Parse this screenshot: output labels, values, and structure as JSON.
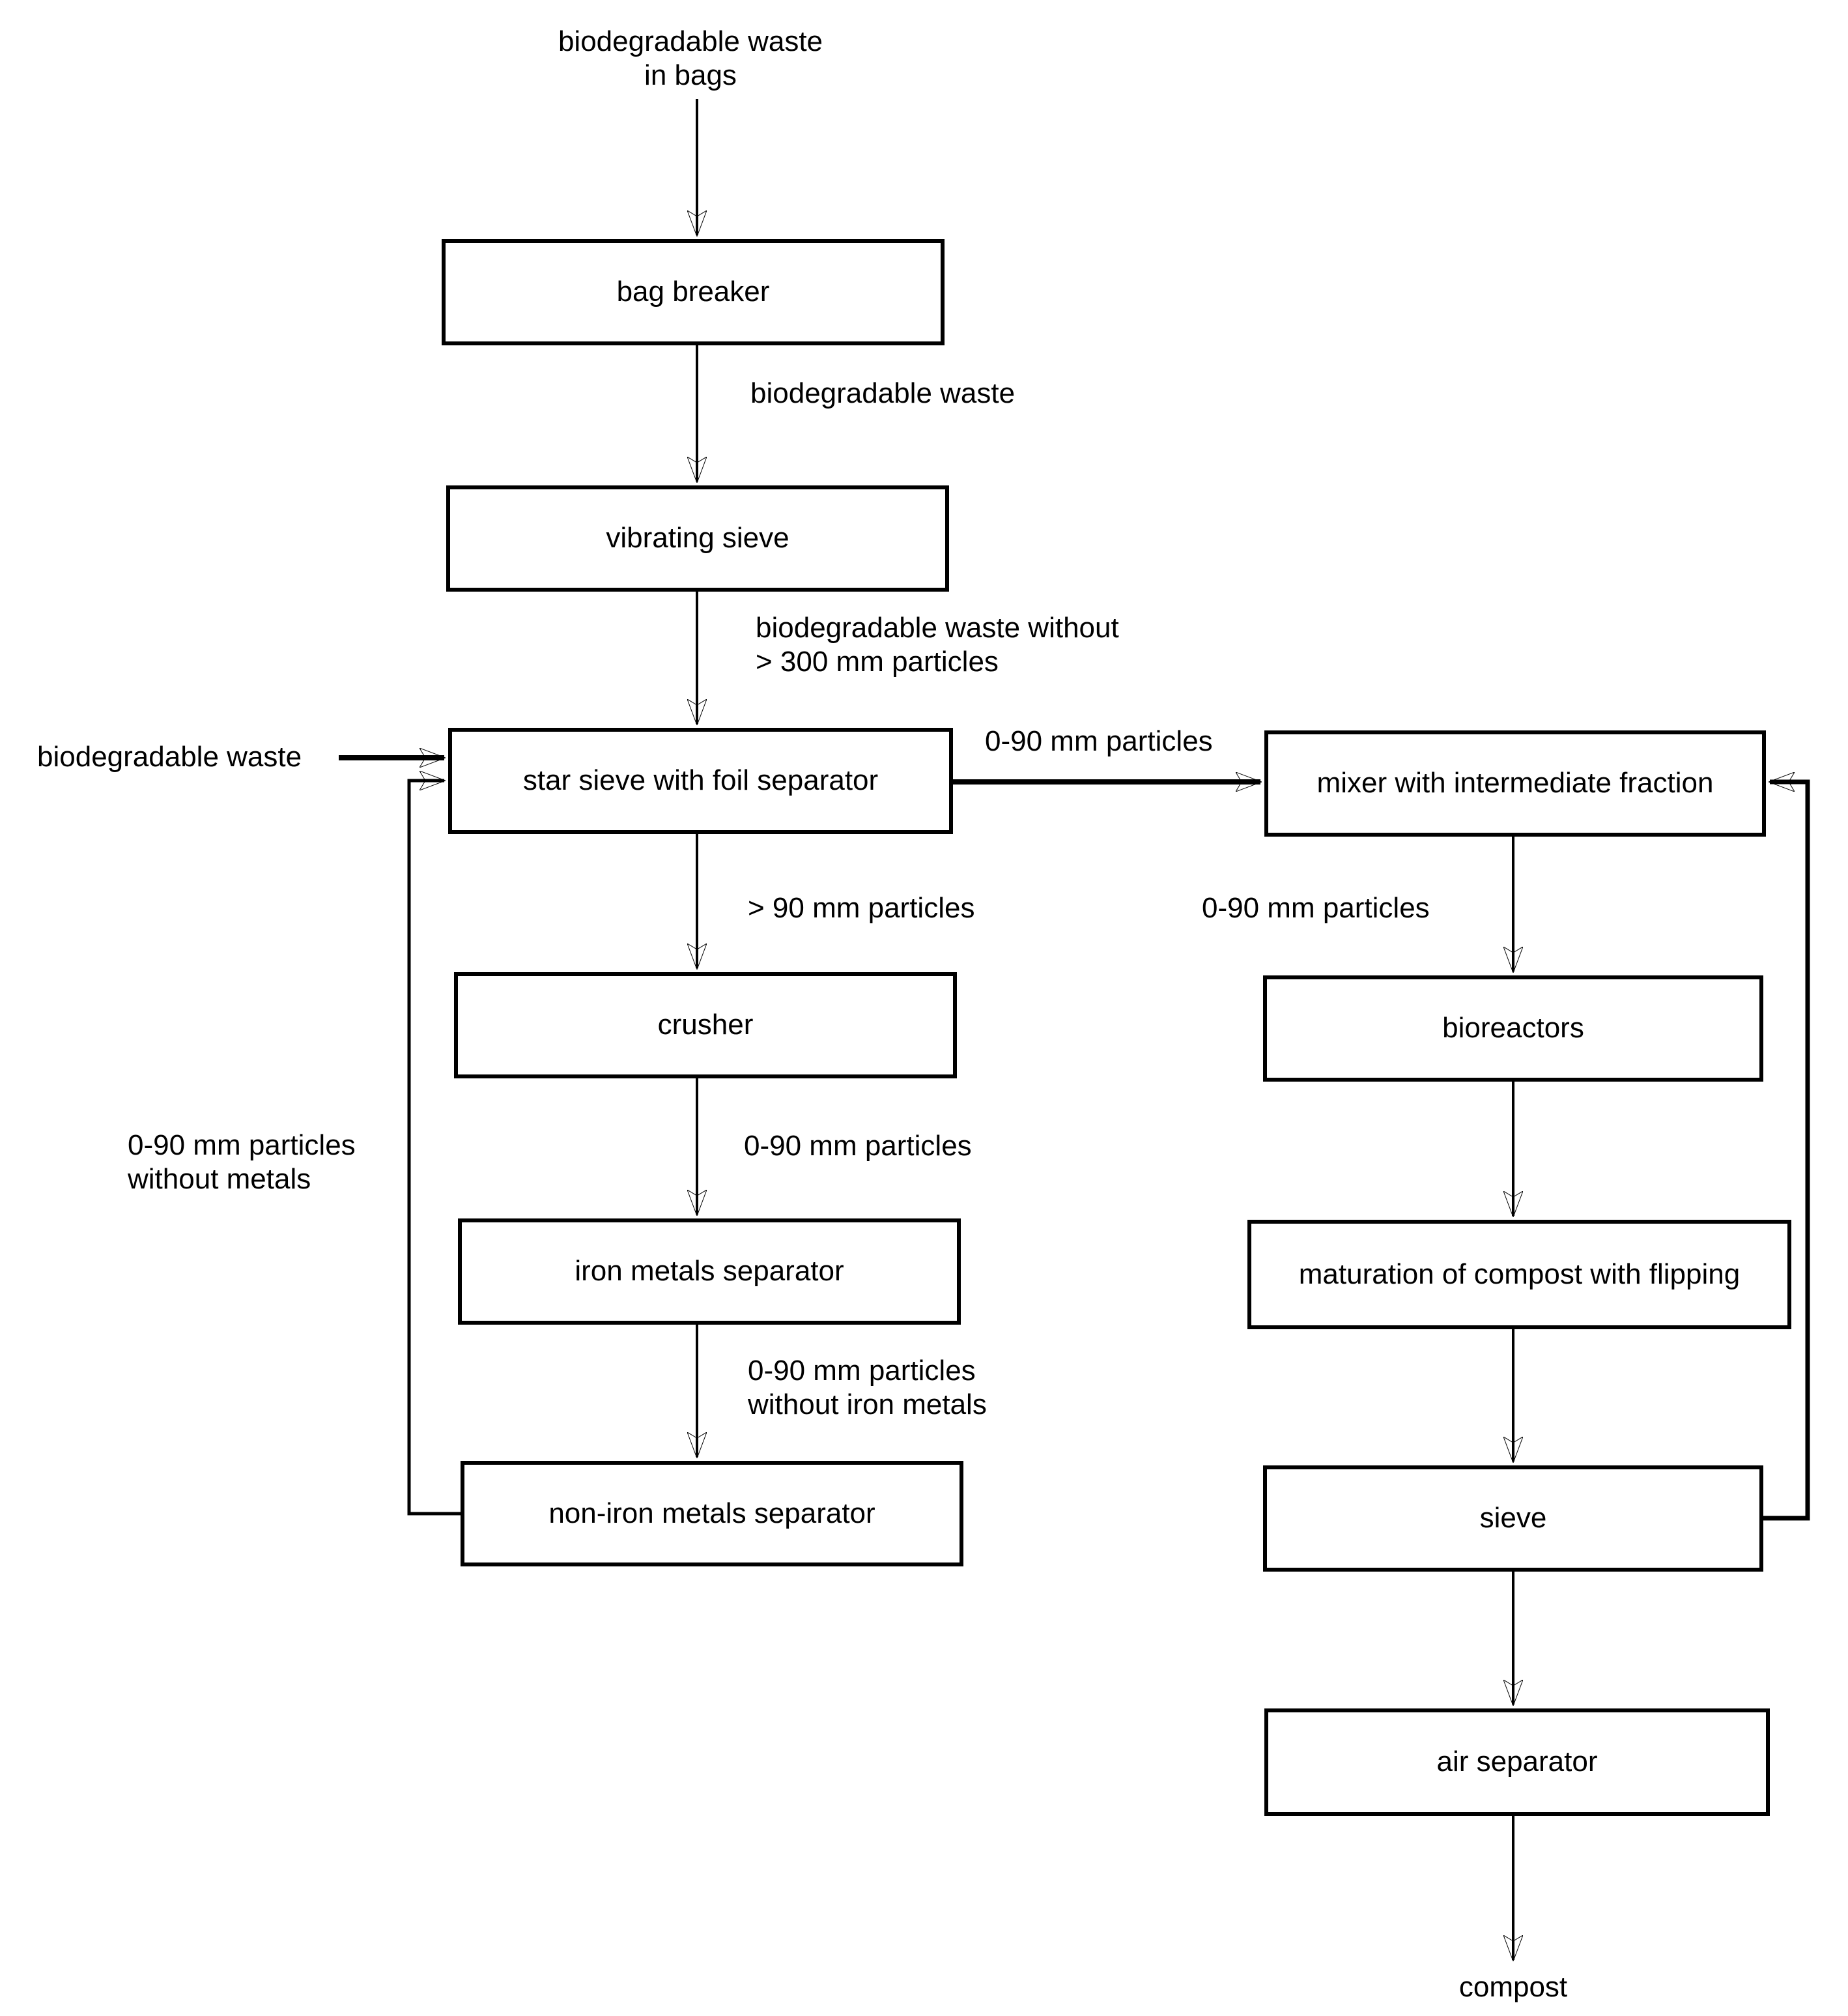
{
  "diagram": {
    "source_label": "biodegradable waste\nin bags",
    "input_label": "biodegradable waste",
    "output_label": "compost",
    "nodes": {
      "bag_breaker": "bag breaker",
      "vibrating_sieve": "vibrating sieve",
      "star_sieve": "star sieve with foil separator",
      "crusher": "crusher",
      "iron_separator": "iron metals separator",
      "non_iron_separator": "non-iron metals separator",
      "mixer": "mixer with intermediate fraction",
      "bioreactors": "bioreactors",
      "maturation": "maturation of compost with flipping",
      "sieve": "sieve",
      "air_separator": "air separator"
    },
    "edge_labels": {
      "bag_to_vibrating": "biodegradable waste",
      "vibrating_to_star": "biodegradable waste without\n> 300 mm particles",
      "star_to_mixer": "0-90 mm particles",
      "star_to_crusher": "> 90 mm particles",
      "crusher_to_iron": "0-90 mm particles",
      "iron_to_noniron": "0-90 mm particles\nwithout iron metals",
      "noniron_to_star": "0-90 mm particles\nwithout metals",
      "mixer_to_bioreactors": "0-90 mm particles"
    },
    "colors": {
      "line": "#000000",
      "box_fill": "#ffffff",
      "text": "#000000"
    }
  }
}
